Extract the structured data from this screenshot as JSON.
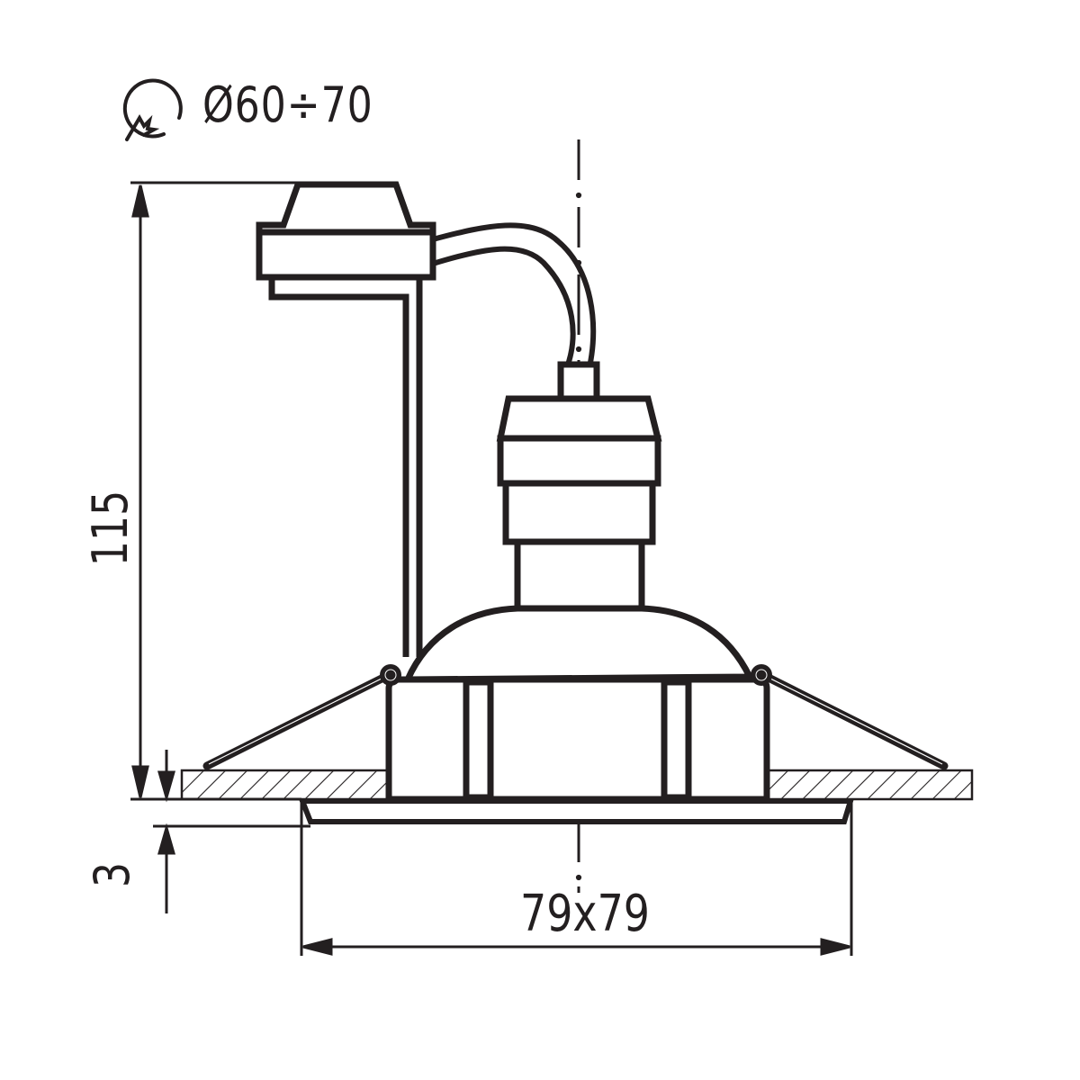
{
  "diagram": {
    "type": "technical-drawing",
    "subject": "recessed downlight fitting, side view, mounted in ceiling",
    "colors": {
      "line": "#231f20",
      "background": "#ffffff"
    },
    "icons": {
      "cutout": "ceiling-cutout-saw-icon"
    },
    "dimensions": {
      "cutout_diameter": "Ø60÷70",
      "height": "115",
      "flange_thickness": "3",
      "flange_size": "79x79"
    }
  }
}
